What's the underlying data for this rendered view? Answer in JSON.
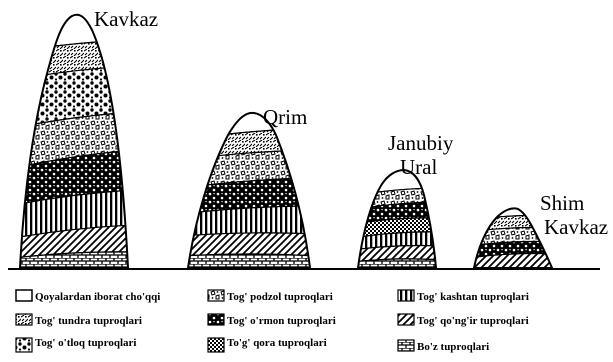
{
  "mountains": [
    {
      "id": "kavkaz",
      "label_lines": [
        "Kavkaz"
      ]
    },
    {
      "id": "qrim",
      "label_lines": [
        "Qrim"
      ]
    },
    {
      "id": "janubiy-ural",
      "label_lines": [
        "Janubiy",
        "Ural"
      ]
    },
    {
      "id": "shim-kavkaz",
      "label_lines": [
        "Shim",
        "Kavkaz"
      ]
    }
  ],
  "legend": [
    {
      "id": "rocky-peaks",
      "label": "Qoyalardan iborat cho'qqi",
      "pattern": "blank"
    },
    {
      "id": "podzol",
      "label": "Tog' podzol tuproqlari",
      "pattern": "podzol"
    },
    {
      "id": "kashtan",
      "label": "Tog' kashtan tuproqlari",
      "pattern": "vlines"
    },
    {
      "id": "tundra",
      "label": "Tog' tundra tuproqlari",
      "pattern": "tundra"
    },
    {
      "id": "ormon",
      "label": "Tog' o'rmon tuproqlari",
      "pattern": "ormon"
    },
    {
      "id": "qongir",
      "label": "Tog' qo'ng'ir tuproqlari",
      "pattern": "diag"
    },
    {
      "id": "otloq",
      "label": "Tog' o'tloq tuproqlari",
      "pattern": "otloq"
    },
    {
      "id": "qora",
      "label": "To'g' qora tuproqlari",
      "pattern": "qora"
    },
    {
      "id": "boz",
      "label": "Bo'z tuproqlari",
      "pattern": "brick"
    }
  ]
}
